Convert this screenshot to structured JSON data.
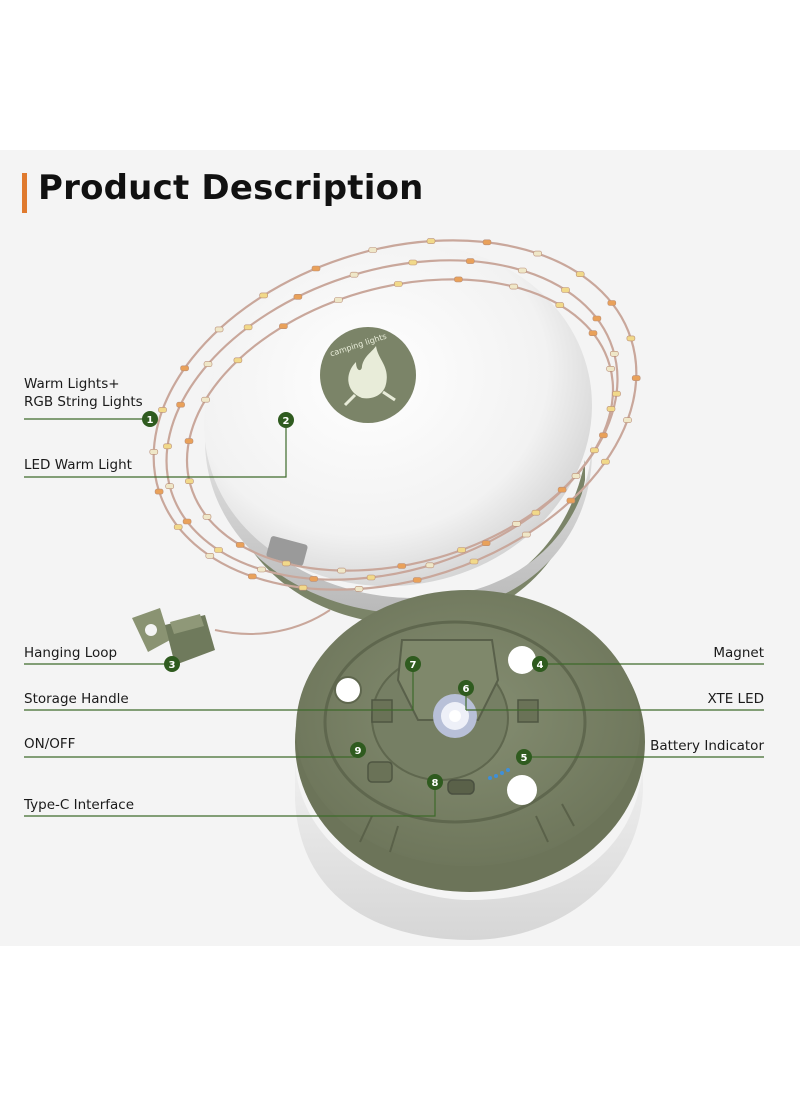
{
  "title": "Product Description",
  "colors": {
    "accent": "#e07a2e",
    "badge": "#2f5b1f",
    "olive": "#7b8468",
    "olive_dark": "#636b52",
    "leader": "#3d6a2a"
  },
  "logo_text": "camping lights",
  "callouts": [
    {
      "number": "1",
      "label_lines": [
        "Warm Lights+",
        "RGB String Lights"
      ]
    },
    {
      "number": "2",
      "label_lines": [
        "LED Warm Light"
      ]
    },
    {
      "number": "3",
      "label_lines": [
        "Hanging Loop"
      ]
    },
    {
      "number": "4",
      "label_lines": [
        "Magnet"
      ]
    },
    {
      "number": "5",
      "label_lines": [
        "Battery Indicator"
      ]
    },
    {
      "number": "6",
      "label_lines": [
        "XTE LED"
      ]
    },
    {
      "number": "7",
      "label_lines": [
        "Storage Handle"
      ]
    },
    {
      "number": "8",
      "label_lines": [
        "Type-C Interface"
      ]
    },
    {
      "number": "9",
      "label_lines": [
        "ON/OFF"
      ]
    }
  ]
}
